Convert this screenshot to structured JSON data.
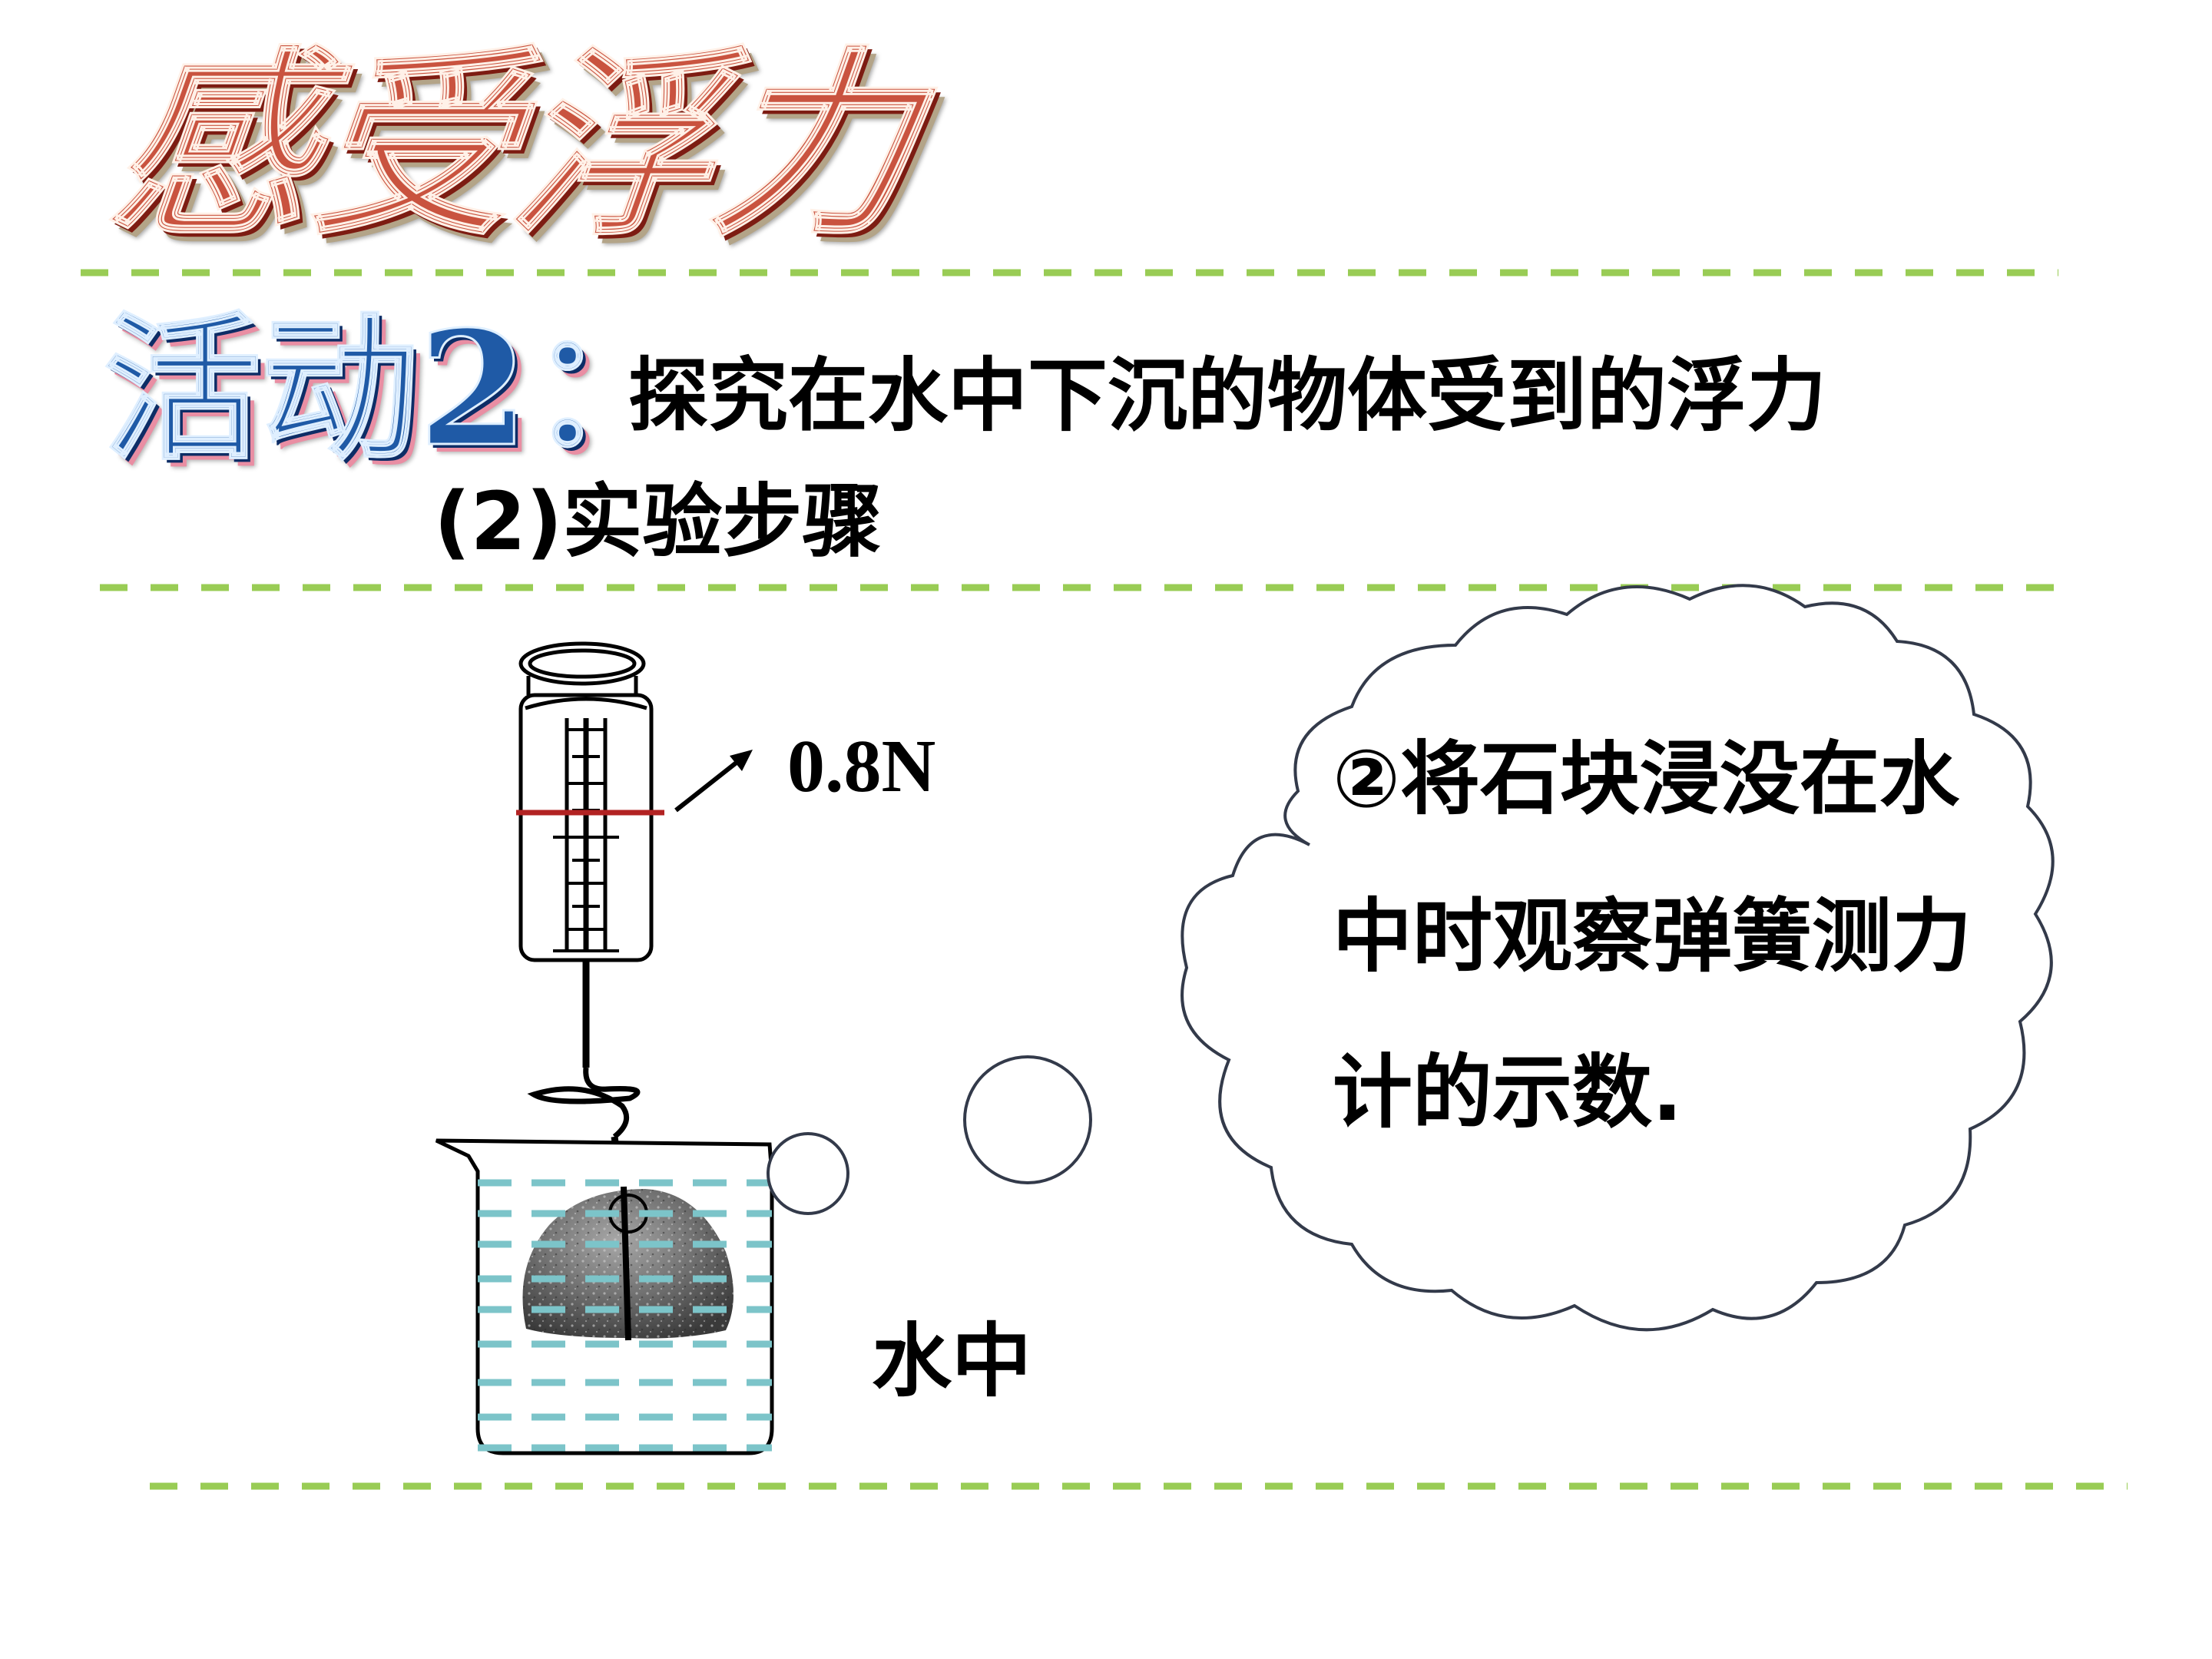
{
  "slide": {
    "title": "感受浮力",
    "activity_label": "活动2：",
    "activity_title": "探究在水中下沉的物体受到的浮力",
    "step_heading": "(2)实验步骤"
  },
  "diagram": {
    "scale_reading": "0.8N",
    "water_label": "水中"
  },
  "thought_bubble": {
    "lines": [
      "②将石块浸没在水",
      "中时观察弹簧测力",
      "计的示数."
    ]
  },
  "colors": {
    "divider": "#99cc55",
    "water": "#7cc4c9",
    "pointer": "#b22222",
    "title_fill": "#c9533f",
    "activity_fill": "#1f5aa6"
  },
  "icons": {
    "spring_scale": "spring-scale-icon",
    "beaker": "beaker-icon",
    "stone": "stone-icon",
    "arrow": "arrow-icon",
    "thought_bubble": "thought-bubble-icon"
  }
}
